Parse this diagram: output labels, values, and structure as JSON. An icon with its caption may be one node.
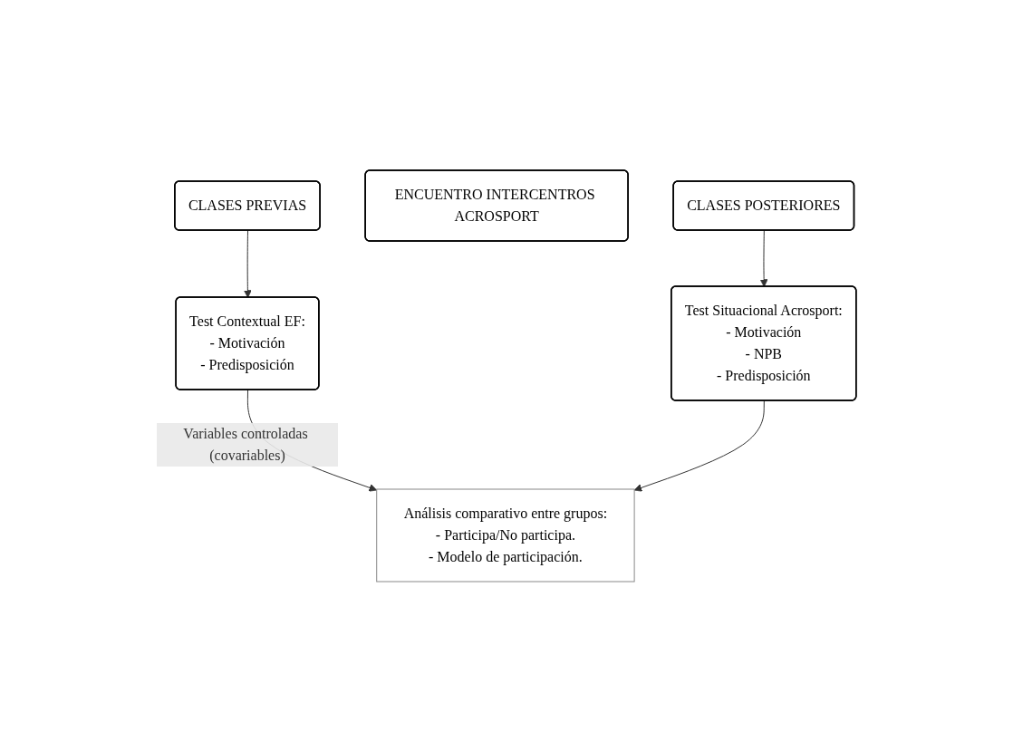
{
  "diagram": {
    "nodes": [
      {
        "text": [
          "CLASES PREVIAS"
        ]
      },
      {
        "text": [
          "ENCUENTRO INTERCENTROS ACROSPORT"
        ]
      },
      {
        "text": [
          "CLASES POSTERIORES"
        ]
      },
      {
        "text": [
          "Test Contextual EF:",
          "- Motivación",
          "- Predisposición"
        ]
      },
      {
        "text": [
          "Test Situacional Acrosport:",
          "- Motivación",
          "- NPB",
          "- Predisposición"
        ]
      },
      {
        "text": [
          "Análisis comparativo entre grupos:",
          "- Participa/No participa.",
          "- Modelo de participación."
        ]
      }
    ],
    "edges": [
      {
        "from": 0,
        "to": 3,
        "arrow": "to"
      },
      {
        "from": 2,
        "to": 4,
        "arrow": "to"
      },
      {
        "from": 3,
        "to": 5,
        "arrow": "to",
        "label": "Variables controladas (covariables)"
      },
      {
        "from": 4,
        "to": 5,
        "arrow": "to"
      }
    ]
  }
}
